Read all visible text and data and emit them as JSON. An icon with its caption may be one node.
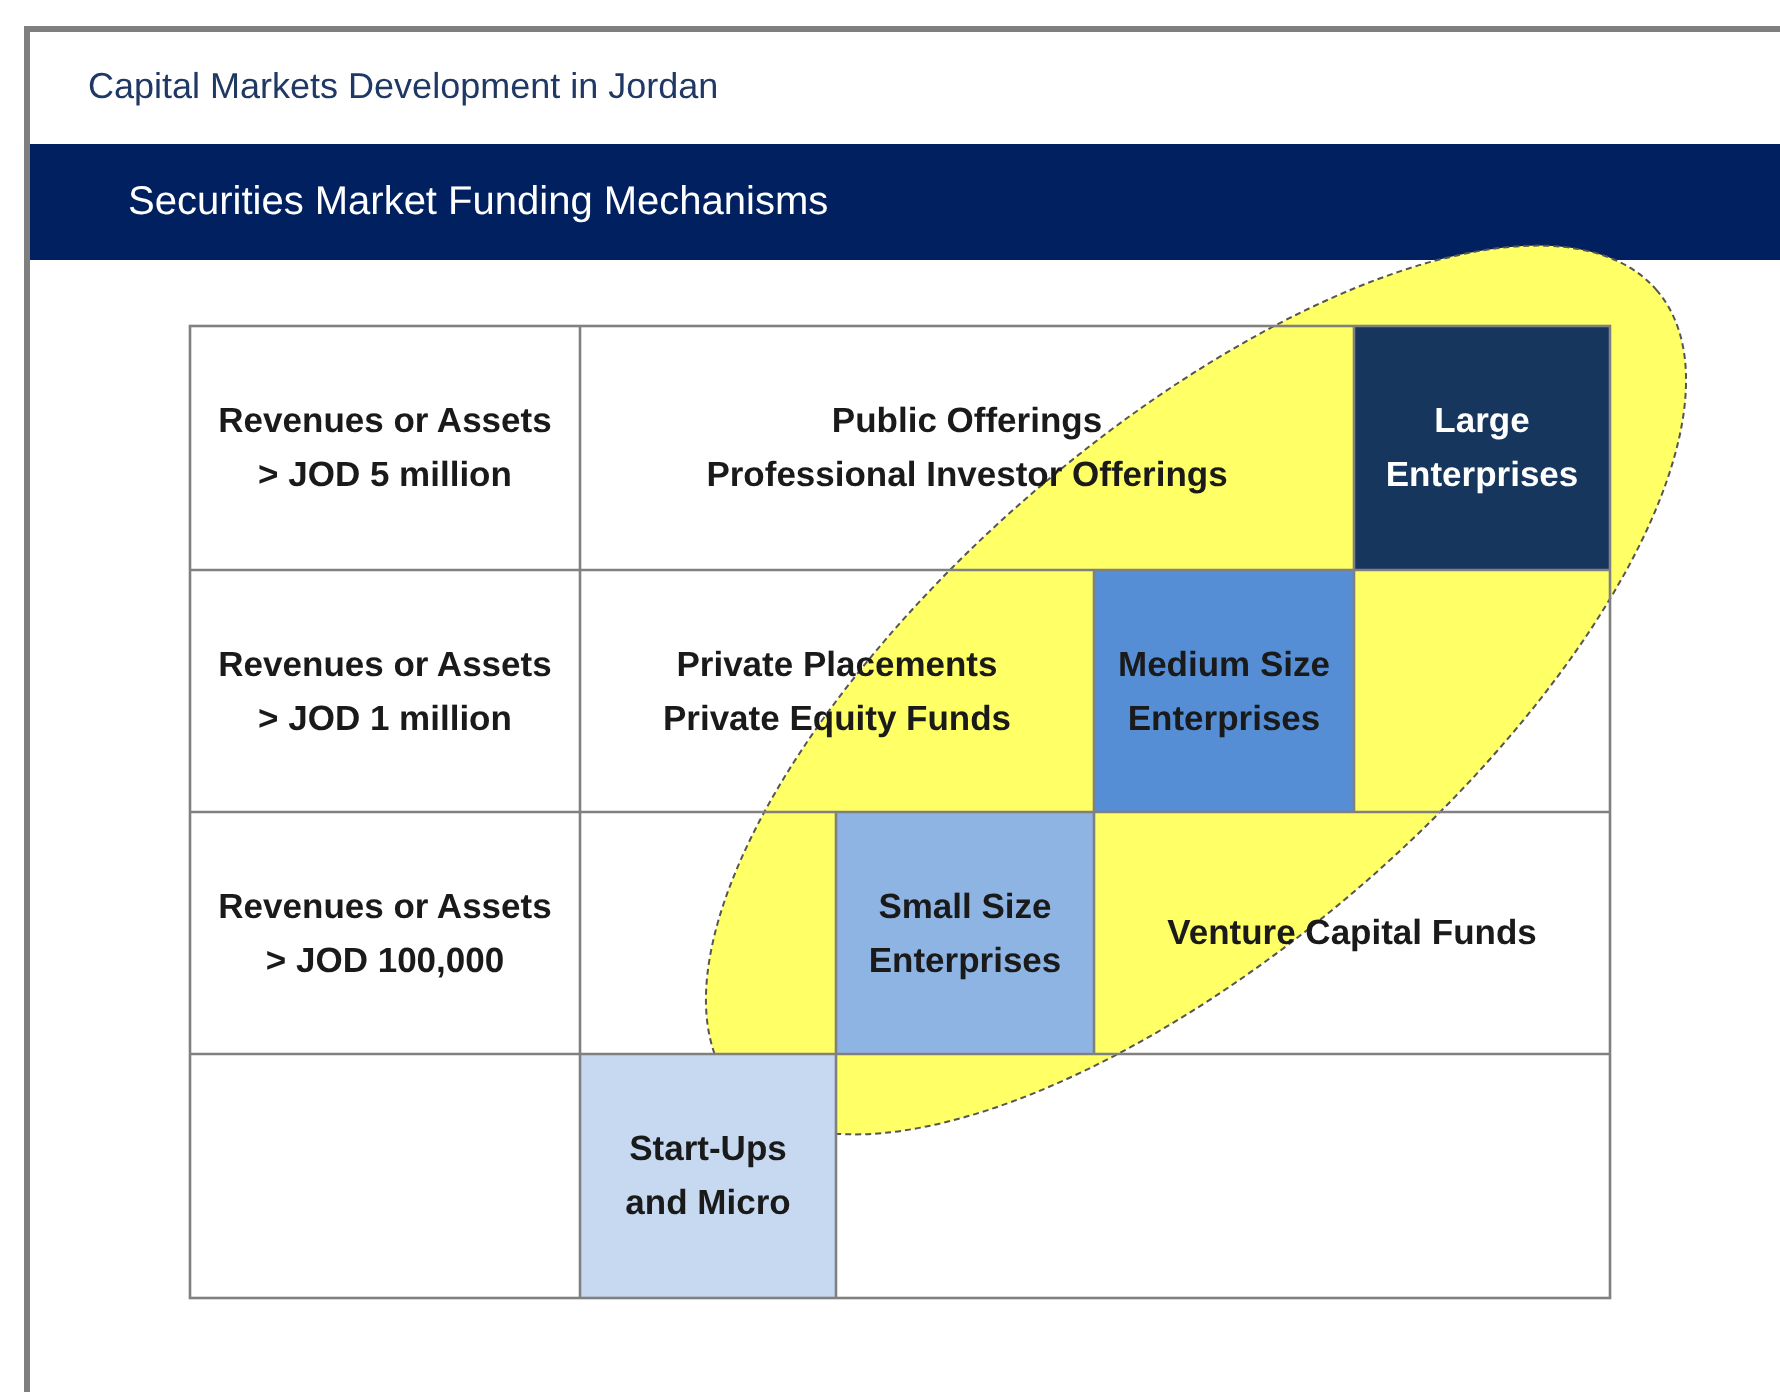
{
  "diagram": {
    "title": "Capital Markets Development in Jordan",
    "nodes": [
      {
        "text": [
          "Large Enterprises"
        ]
      },
      {
        "text": [
          "Medium Size Enterprises"
        ]
      },
      {
        "text": [
          "Small Size Enterprises"
        ]
      },
      {
        "text": [
          "Start-Ups and Micro"
        ]
      }
    ],
    "edges": [],
    "labels": [
      "Securities Market Funding Mechanisms",
      "Revenues or Assets > JOD 5 million",
      "Public Offerings",
      "Professional Investor Offerings",
      "Revenues or Assets > JOD 1 million",
      "Private Placements",
      "Private Equity Funds",
      "Revenues or Assets > JOD 100,000",
      "Venture Capital Funds"
    ]
  }
}
